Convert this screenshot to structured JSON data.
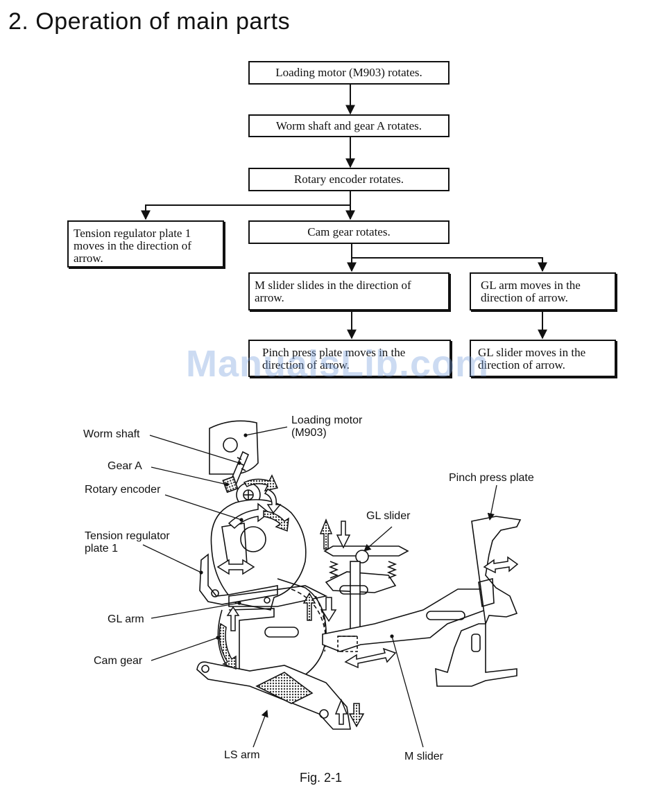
{
  "section": {
    "title": "2. Operation of main parts"
  },
  "flowchart": {
    "loading_motor": "Loading motor (M903) rotates.",
    "worm_shaft": "Worm shaft and gear A rotates.",
    "rotary_encoder": "Rotary encoder rotates.",
    "tension_plate": [
      "Tension regulator plate 1",
      "moves in the direction of",
      "arrow."
    ],
    "cam_gear": "Cam gear rotates.",
    "m_slider": [
      "M slider slides in the direction of",
      "arrow."
    ],
    "gl_arm": [
      "GL arm moves in the",
      "direction of arrow."
    ],
    "pinch_plate": [
      "Pinch press plate moves in the",
      "direction of arrow."
    ],
    "gl_slider": [
      "GL slider moves in the",
      "direction of arrow."
    ]
  },
  "figure": {
    "labels": {
      "worm_shaft": "Worm shaft",
      "loading_motor": [
        "Loading motor",
        "(M903)"
      ],
      "gear_a": "Gear A",
      "rotary_encoder": "Rotary encoder",
      "pinch_press_plate": "Pinch press plate",
      "gl_slider": "GL slider",
      "tension_regulator": [
        "Tension regulator",
        "plate 1"
      ],
      "gl_arm": "GL arm",
      "cam_gear": "Cam gear",
      "ls_arm": "LS arm",
      "m_slider": "M slider"
    },
    "caption": "Fig. 2-1"
  },
  "watermark": "ManualsLib.com"
}
